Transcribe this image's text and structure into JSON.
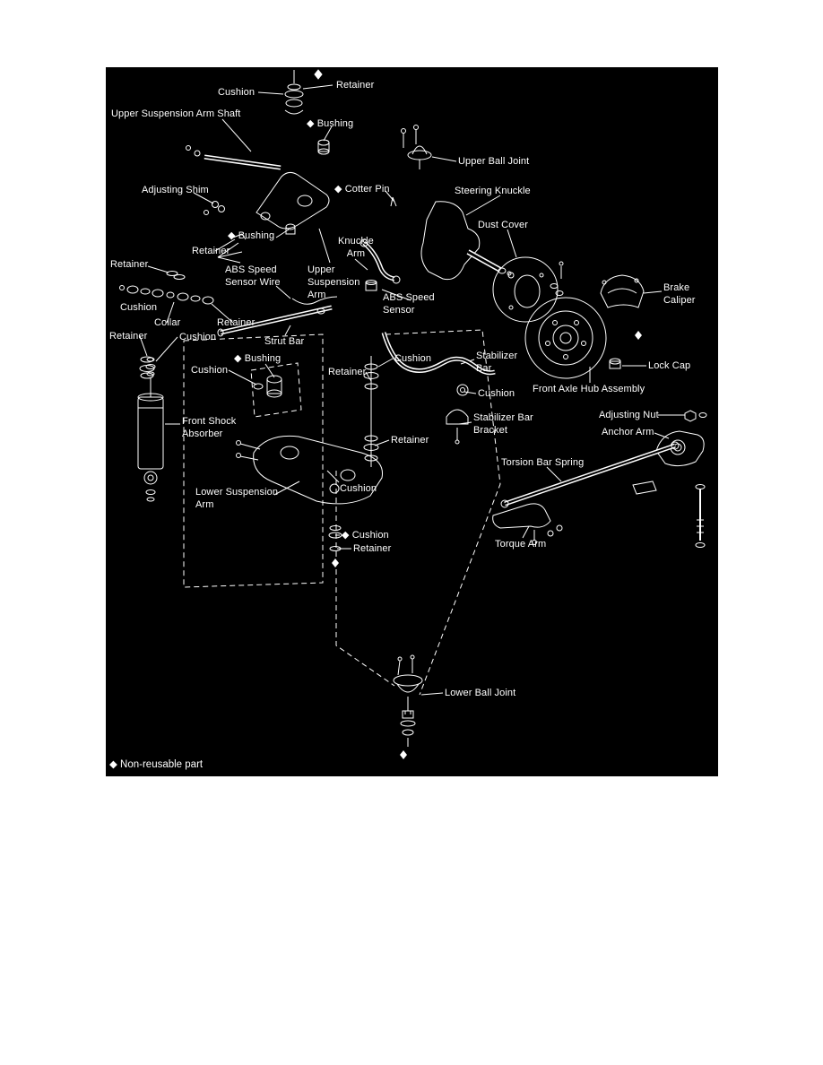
{
  "diagram": {
    "legend": "◆ Non-reusable part",
    "labels": [
      {
        "id": "retainer-top",
        "text": "Retainer"
      },
      {
        "id": "cushion-top",
        "text": "Cushion"
      },
      {
        "id": "upper-suspension-arm-shaft",
        "text": "Upper Suspension Arm Shaft"
      },
      {
        "id": "bushing-upper",
        "text": "◆ Bushing"
      },
      {
        "id": "upper-ball-joint",
        "text": "Upper Ball Joint"
      },
      {
        "id": "adjusting-shim",
        "text": "Adjusting Shim"
      },
      {
        "id": "cotter-pin",
        "text": "◆ Cotter Pin"
      },
      {
        "id": "steering-knuckle",
        "text": "Steering Knuckle"
      },
      {
        "id": "bushing-left",
        "text": "◆ Bushing"
      },
      {
        "id": "dust-cover",
        "text": "Dust Cover"
      },
      {
        "id": "retainer-2",
        "text": "Retainer"
      },
      {
        "id": "knuckle-arm",
        "text": "Knuckle\nArm"
      },
      {
        "id": "retainer-3",
        "text": "Retainer"
      },
      {
        "id": "abs-speed-sensor-wire",
        "text": "ABS Speed\nSensor Wire"
      },
      {
        "id": "upper-suspension-arm",
        "text": "Upper\nSuspension\nArm"
      },
      {
        "id": "cushion-2",
        "text": "Cushion"
      },
      {
        "id": "abs-speed-sensor",
        "text": "ABS Speed\nSensor"
      },
      {
        "id": "brake-caliper",
        "text": "Brake\nCaliper"
      },
      {
        "id": "collar",
        "text": "Collar"
      },
      {
        "id": "retainer-4",
        "text": "Retainer"
      },
      {
        "id": "retainer-5",
        "text": "Retainer"
      },
      {
        "id": "cushion-3",
        "text": "Cushion"
      },
      {
        "id": "strut-bar",
        "text": "Strut Bar"
      },
      {
        "id": "bushing-strut",
        "text": "◆ Bushing"
      },
      {
        "id": "cushion-4",
        "text": "Cushion"
      },
      {
        "id": "stabilizer-bar",
        "text": "Stabilizer\nBar"
      },
      {
        "id": "lock-cap",
        "text": "Lock Cap"
      },
      {
        "id": "cushion-5",
        "text": "Cushion"
      },
      {
        "id": "retainer-6",
        "text": "Retainer"
      },
      {
        "id": "cushion-6",
        "text": "Cushion"
      },
      {
        "id": "front-axle-hub-assembly",
        "text": "Front Axle Hub Assembly"
      },
      {
        "id": "stabilizer-bar-bracket",
        "text": "Stabilizer Bar\nBracket"
      },
      {
        "id": "adjusting-nut",
        "text": "Adjusting Nut"
      },
      {
        "id": "front-shock-absorber",
        "text": "Front Shock\nAbsorber"
      },
      {
        "id": "anchor-arm",
        "text": "Anchor Arm"
      },
      {
        "id": "retainer-7",
        "text": "Retainer"
      },
      {
        "id": "torsion-bar-spring",
        "text": "Torsion Bar Spring"
      },
      {
        "id": "lower-suspension-arm",
        "text": "Lower Suspension\nArm"
      },
      {
        "id": "cushion-7",
        "text": "Cushion"
      },
      {
        "id": "cushion-8",
        "text": "◆ Cushion"
      },
      {
        "id": "retainer-8",
        "text": "Retainer"
      },
      {
        "id": "torque-arm",
        "text": "Torque Arm"
      },
      {
        "id": "lower-ball-joint",
        "text": "Lower Ball Joint"
      }
    ]
  }
}
